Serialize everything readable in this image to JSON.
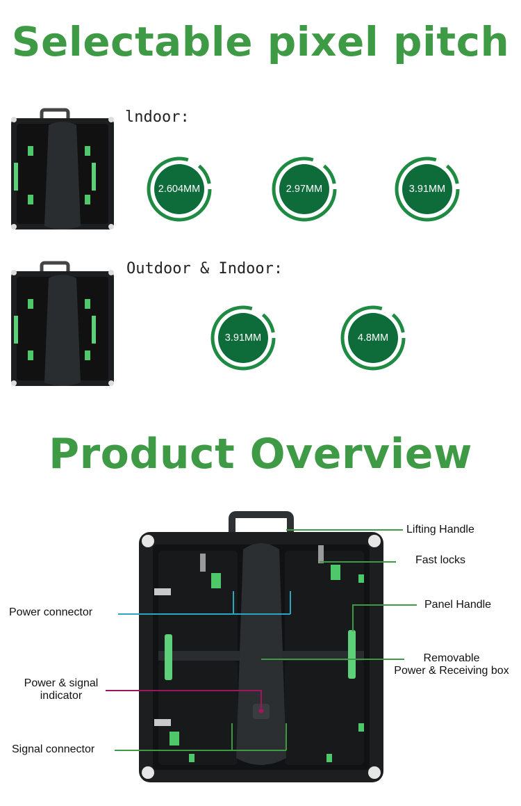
{
  "headline_pixel_pitch": "Selectable pixel pitch",
  "indoor": {
    "label": "lndoor:",
    "pitches": [
      "2.604MM",
      "2.97MM",
      "3.91MM"
    ]
  },
  "outdoor": {
    "label": "Outdoor & Indoor:",
    "pitches": [
      "3.91MM",
      "4.8MM"
    ]
  },
  "headline_overview": "Product Overview",
  "callouts": {
    "lifting_handle": "Lifting Handle",
    "fast_locks": "Fast locks",
    "panel_handle": "Panel Handle",
    "removable_line1": "Removable",
    "removable_line2": "Power & Receiving box",
    "power_connector": "Power connector",
    "power_signal_line1": "Power & signal",
    "power_signal_line2": "indicator",
    "signal_connector": "Signal connector"
  },
  "colors": {
    "brand_green": "#3f9a45",
    "badge_green": "#0e6b3a",
    "ring_green": "#1f8a42",
    "cyan_line": "#2aa6c4",
    "magenta_line": "#a3155a",
    "accent_green": "#6fe08a",
    "panel_black": "#1c1e20"
  }
}
